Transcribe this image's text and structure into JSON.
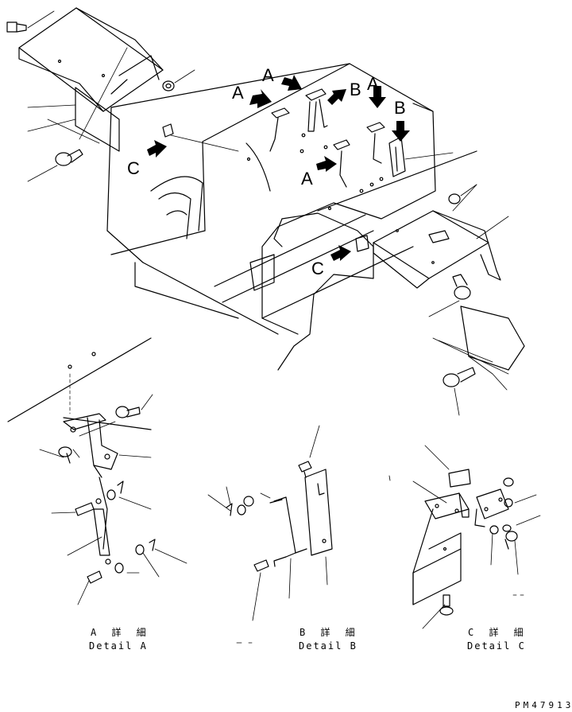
{
  "callouts": {
    "a1": "A",
    "a2": "A",
    "a3": "A",
    "a4": "A",
    "b1": "B",
    "b2": "B",
    "c1": "C",
    "c2": "C"
  },
  "details": {
    "a": {
      "jp": "A 詳 細",
      "en": "Detail A"
    },
    "b": {
      "jp": "B 詳 細",
      "en": "Detail B"
    },
    "c": {
      "jp": "C 詳 細",
      "en": "Detail C"
    }
  },
  "drawing_code": "PM47913",
  "colors": {
    "ink": "#000000",
    "paper": "#ffffff"
  }
}
